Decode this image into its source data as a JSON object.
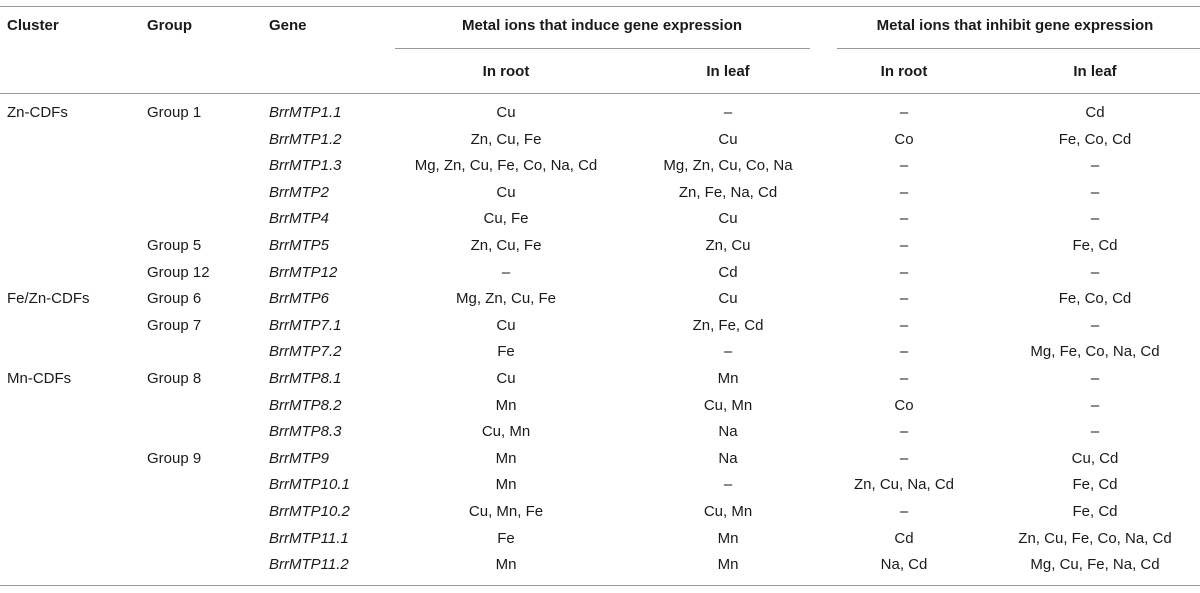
{
  "headers": {
    "cluster": "Cluster",
    "group": "Group",
    "gene": "Gene",
    "induce": "Metal ions that induce gene expression",
    "inhibit": "Metal ions that inhibit gene expression",
    "induce_root": "In root",
    "induce_leaf": "In leaf",
    "inhibit_root": "In root",
    "inhibit_leaf": "In leaf"
  },
  "rows": [
    {
      "cluster": "Zn-CDFs",
      "group": "Group 1",
      "gene": "BrrMTP1.1",
      "induce_root": "Cu",
      "induce_leaf": "–",
      "inhibit_root": "–",
      "inhibit_leaf": "Cd"
    },
    {
      "cluster": "",
      "group": "",
      "gene": "BrrMTP1.2",
      "induce_root": "Zn, Cu, Fe",
      "induce_leaf": "Cu",
      "inhibit_root": "Co",
      "inhibit_leaf": "Fe, Co, Cd"
    },
    {
      "cluster": "",
      "group": "",
      "gene": "BrrMTP1.3",
      "induce_root": "Mg, Zn, Cu, Fe, Co, Na, Cd",
      "induce_leaf": "Mg, Zn, Cu, Co, Na",
      "inhibit_root": "–",
      "inhibit_leaf": "–"
    },
    {
      "cluster": "",
      "group": "",
      "gene": "BrrMTP2",
      "induce_root": "Cu",
      "induce_leaf": "Zn, Fe, Na, Cd",
      "inhibit_root": "–",
      "inhibit_leaf": "–"
    },
    {
      "cluster": "",
      "group": "",
      "gene": "BrrMTP4",
      "induce_root": "Cu, Fe",
      "induce_leaf": "Cu",
      "inhibit_root": "–",
      "inhibit_leaf": "–"
    },
    {
      "cluster": "",
      "group": "Group 5",
      "gene": "BrrMTP5",
      "induce_root": "Zn, Cu, Fe",
      "induce_leaf": "Zn, Cu",
      "inhibit_root": "–",
      "inhibit_leaf": "Fe, Cd"
    },
    {
      "cluster": "",
      "group": "Group 12",
      "gene": "BrrMTP12",
      "induce_root": "–",
      "induce_leaf": "Cd",
      "inhibit_root": "–",
      "inhibit_leaf": "–"
    },
    {
      "cluster": "Fe/Zn-CDFs",
      "group": "Group 6",
      "gene": "BrrMTP6",
      "induce_root": "Mg, Zn, Cu, Fe",
      "induce_leaf": "Cu",
      "inhibit_root": "–",
      "inhibit_leaf": "Fe, Co, Cd"
    },
    {
      "cluster": "",
      "group": "Group 7",
      "gene": "BrrMTP7.1",
      "induce_root": "Cu",
      "induce_leaf": "Zn, Fe, Cd",
      "inhibit_root": "–",
      "inhibit_leaf": "–"
    },
    {
      "cluster": "",
      "group": "",
      "gene": "BrrMTP7.2",
      "induce_root": "Fe",
      "induce_leaf": "–",
      "inhibit_root": "–",
      "inhibit_leaf": "Mg, Fe, Co, Na, Cd"
    },
    {
      "cluster": "Mn-CDFs",
      "group": "Group 8",
      "gene": "BrrMTP8.1",
      "induce_root": "Cu",
      "induce_leaf": "Mn",
      "inhibit_root": "–",
      "inhibit_leaf": "–"
    },
    {
      "cluster": "",
      "group": "",
      "gene": "BrrMTP8.2",
      "induce_root": "Mn",
      "induce_leaf": "Cu, Mn",
      "inhibit_root": "Co",
      "inhibit_leaf": "–"
    },
    {
      "cluster": "",
      "group": "",
      "gene": "BrrMTP8.3",
      "induce_root": "Cu, Mn",
      "induce_leaf": "Na",
      "inhibit_root": "–",
      "inhibit_leaf": "–"
    },
    {
      "cluster": "",
      "group": "Group 9",
      "gene": "BrrMTP9",
      "induce_root": "Mn",
      "induce_leaf": "Na",
      "inhibit_root": "–",
      "inhibit_leaf": "Cu, Cd"
    },
    {
      "cluster": "",
      "group": "",
      "gene": "BrrMTP10.1",
      "induce_root": "Mn",
      "induce_leaf": "–",
      "inhibit_root": "Zn, Cu, Na, Cd",
      "inhibit_leaf": "Fe, Cd"
    },
    {
      "cluster": "",
      "group": "",
      "gene": "BrrMTP10.2",
      "induce_root": "Cu, Mn, Fe",
      "induce_leaf": "Cu, Mn",
      "inhibit_root": "–",
      "inhibit_leaf": "Fe, Cd"
    },
    {
      "cluster": "",
      "group": "",
      "gene": "BrrMTP11.1",
      "induce_root": "Fe",
      "induce_leaf": "Mn",
      "inhibit_root": "Cd",
      "inhibit_leaf": "Zn, Cu, Fe, Co, Na, Cd"
    },
    {
      "cluster": "",
      "group": "",
      "gene": "BrrMTP11.2",
      "induce_root": "Mn",
      "induce_leaf": "Mn",
      "inhibit_root": "Na, Cd",
      "inhibit_leaf": "Mg, Cu, Fe, Na, Cd"
    }
  ]
}
